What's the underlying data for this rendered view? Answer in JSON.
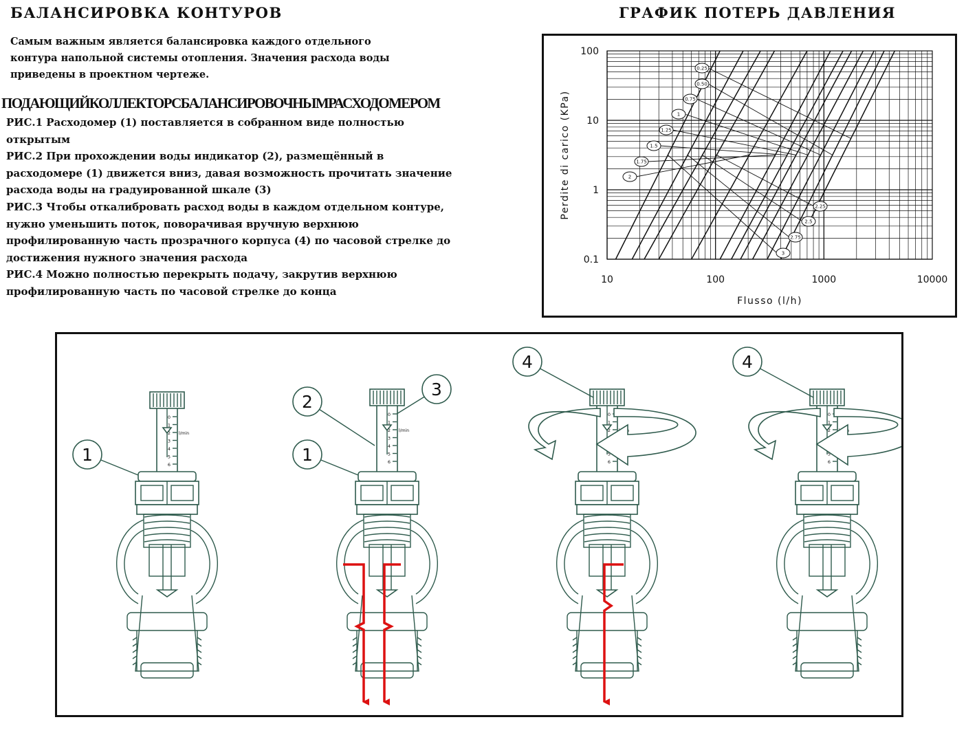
{
  "left": {
    "title": "БАЛАНСИРОВКА КОНТУРОВ",
    "intro": "Самым важным является балансировка каждого отдельного контура напольной системы отопления. Значения расхода воды приведены в проектном чертеже.",
    "subheading": "ПОДАЮЩИЙКОЛЛЕКТОРСБАЛАНСИРОВОЧНЫМРАСХОДОМЕРОМ",
    "steps": [
      "РИС.1 Расходомер (1) поставляется в собранном виде полностью открытым",
      "РИС.2 При прохождении воды индикатор (2), размещённый в расходомере (1) движется вниз, давая возможность прочитать значение расхода воды на градуированной шкале (3)",
      "РИС.3 Чтобы откалибровать расход воды в каждом отдельном контуре, нужно уменьшить поток, поворачивая вручную верхнюю профилированную часть прозрачного корпуса (4) по часовой стрелке до достижения нужного значения расхода",
      "РИС.4 Можно полностью перекрыть подачу, закрутив верхнюю профилированную часть по часовой стрелке до конца"
    ]
  },
  "right": {
    "title": "ГРАФИК  ПОТЕРЬ  ДАВЛЕНИЯ"
  },
  "chart_data": {
    "type": "line",
    "xlabel": "Flusso (l/h)",
    "ylabel": "Perdite di carico (KPa)",
    "x_scale": "log",
    "y_scale": "log",
    "xlim": [
      10,
      10000
    ],
    "ylim": [
      0.1,
      100
    ],
    "x_ticks": [
      "10",
      "100",
      "1000",
      "10000"
    ],
    "y_ticks": [
      "100",
      "10",
      "1",
      "0.1"
    ],
    "grid": true,
    "series": [
      {
        "name": "0.25",
        "x": [
          700,
          4500
        ],
        "y": [
          0.3,
          100
        ]
      },
      {
        "name": "0.50",
        "x": [
          400,
          3600
        ],
        "y": [
          0.1,
          100
        ]
      },
      {
        "name": "0.75",
        "x": [
          300,
          2900
        ],
        "y": [
          0.1,
          100
        ]
      },
      {
        "name": "1",
        "x": [
          220,
          2300
        ],
        "y": [
          0.1,
          100
        ]
      },
      {
        "name": "1.25",
        "x": [
          170,
          1800
        ],
        "y": [
          0.1,
          100
        ]
      },
      {
        "name": "1.5",
        "x": [
          140,
          1500
        ],
        "y": [
          0.1,
          100
        ]
      },
      {
        "name": "1.75",
        "x": [
          110,
          1150
        ],
        "y": [
          0.1,
          100
        ]
      },
      {
        "name": "2",
        "x": [
          60,
          700
        ],
        "y": [
          0.1,
          100
        ]
      },
      {
        "name": "2.25",
        "x": [
          30,
          350
        ],
        "y": [
          0.1,
          100
        ]
      },
      {
        "name": "2.5",
        "x": [
          22,
          260
        ],
        "y": [
          0.1,
          100
        ]
      },
      {
        "name": "2.75",
        "x": [
          17,
          180
        ],
        "y": [
          0.1,
          100
        ]
      },
      {
        "name": "3",
        "x": [
          12,
          110
        ],
        "y": [
          0.1,
          100
        ]
      }
    ]
  },
  "figures": {
    "callouts": {
      "c1a": "1",
      "c2": "2",
      "c3": "3",
      "c1b": "1",
      "c4a": "4",
      "c4b": "4"
    },
    "scale_labels": [
      "0",
      "1",
      "2",
      "3",
      "4",
      "5",
      "6"
    ],
    "scale_unit": "l/min"
  },
  "colors": {
    "ink": "#111111",
    "drawing": "#2e5a4c",
    "flow": "#dd1111"
  }
}
